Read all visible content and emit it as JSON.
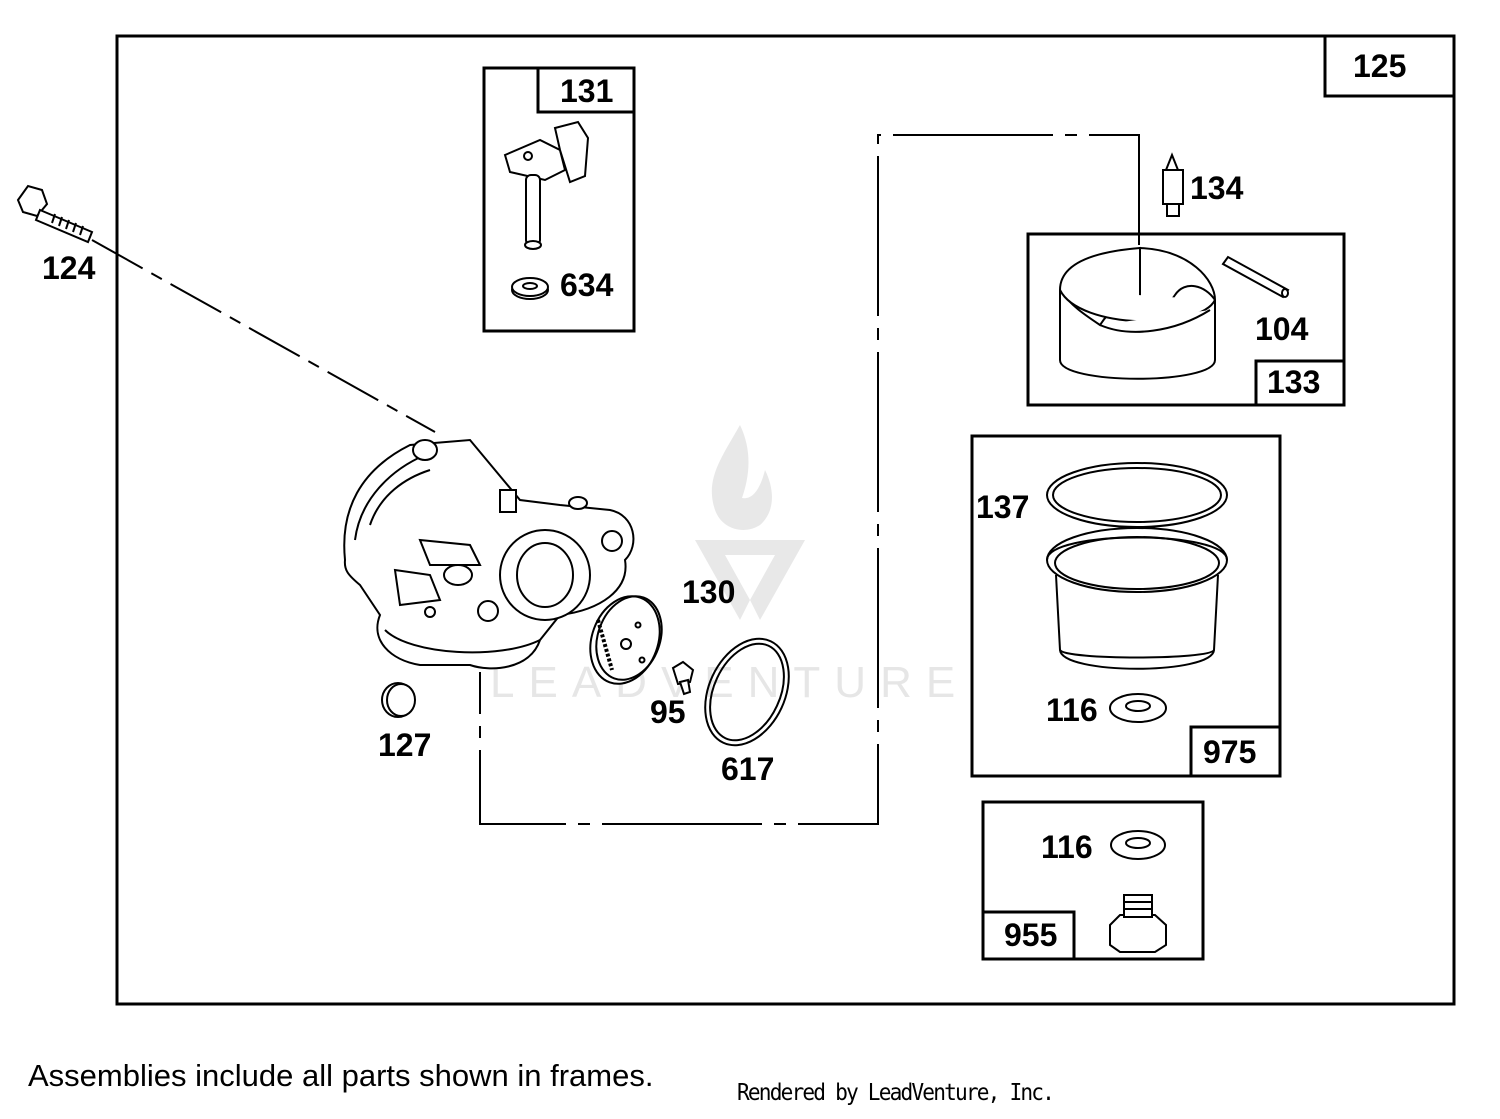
{
  "diagram": {
    "assembly_number": "125",
    "parts": {
      "p124": "124",
      "p131": "131",
      "p634": "634",
      "p134": "134",
      "p104": "104",
      "p133": "133",
      "p137": "137",
      "p116a": "116",
      "p975": "975",
      "p116b": "116",
      "p955": "955",
      "p130": "130",
      "p95": "95",
      "p617": "617",
      "p127": "127"
    },
    "watermark": "LEADVENTURE"
  },
  "footer": {
    "note": "Assemblies include all parts shown in frames.",
    "credit": "Rendered by LeadVenture, Inc."
  }
}
